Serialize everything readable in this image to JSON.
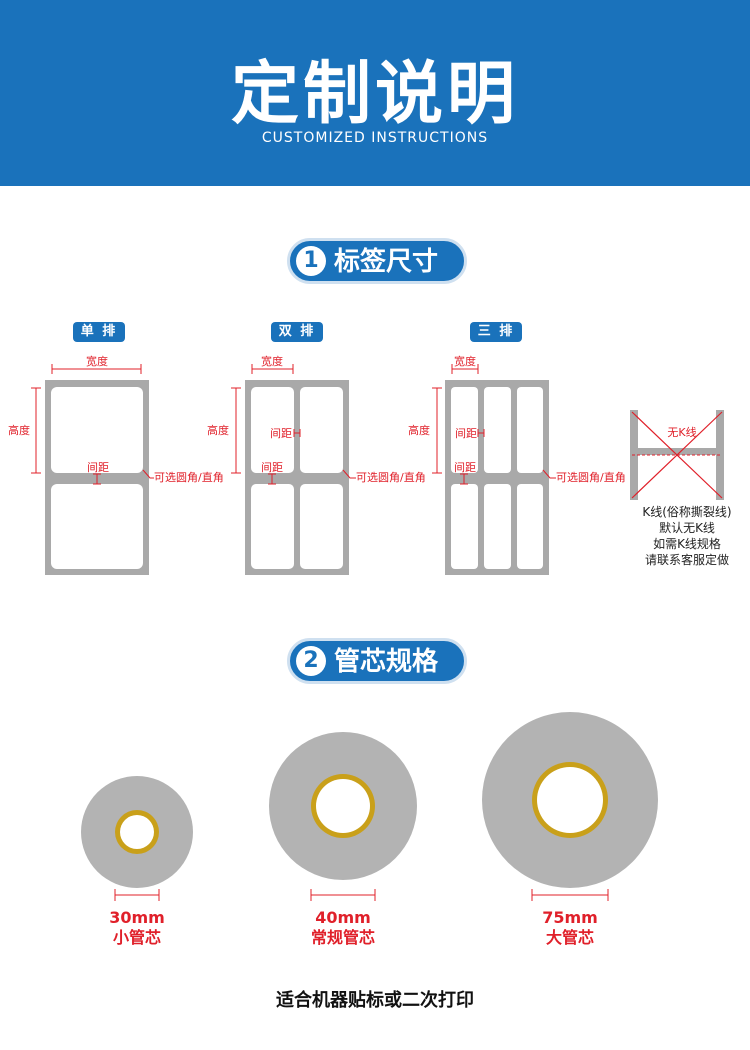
{
  "header": {
    "title": "定制说明",
    "subtitle": "CUSTOMIZED INSTRUCTIONS"
  },
  "section1": {
    "num": "1",
    "title": "标签尺寸"
  },
  "section2": {
    "num": "2",
    "title": "管芯规格"
  },
  "layouts": [
    {
      "tag": "单 排",
      "width": "宽度",
      "height": "高度",
      "gap_v": "间距",
      "corner": "可选圆角/直角"
    },
    {
      "tag": "双 排",
      "width": "宽度",
      "height": "高度",
      "gap_h": "间距",
      "gap_v": "间距",
      "corner": "可选圆角/直角"
    },
    {
      "tag": "三 排",
      "width": "宽度",
      "height": "高度",
      "gap_h": "间距",
      "gap_v": "间距",
      "corner": "可选圆角/直角"
    }
  ],
  "kline": {
    "label": "无K线",
    "note": [
      "K线(俗称撕裂线)",
      "默认无K线",
      "如需K线规格",
      "请联系客服定做"
    ]
  },
  "cores": [
    {
      "size": "30mm",
      "name": "小管芯"
    },
    {
      "size": "40mm",
      "name": "常规管芯"
    },
    {
      "size": "75mm",
      "name": "大管芯"
    }
  ],
  "footer": "适合机器贴标或二次打印",
  "colors": {
    "brand_blue": "#1a72bb",
    "accent_red": "#e0202a",
    "label_gray": "#a9a9a9",
    "core_gold": "#c9a01a"
  }
}
